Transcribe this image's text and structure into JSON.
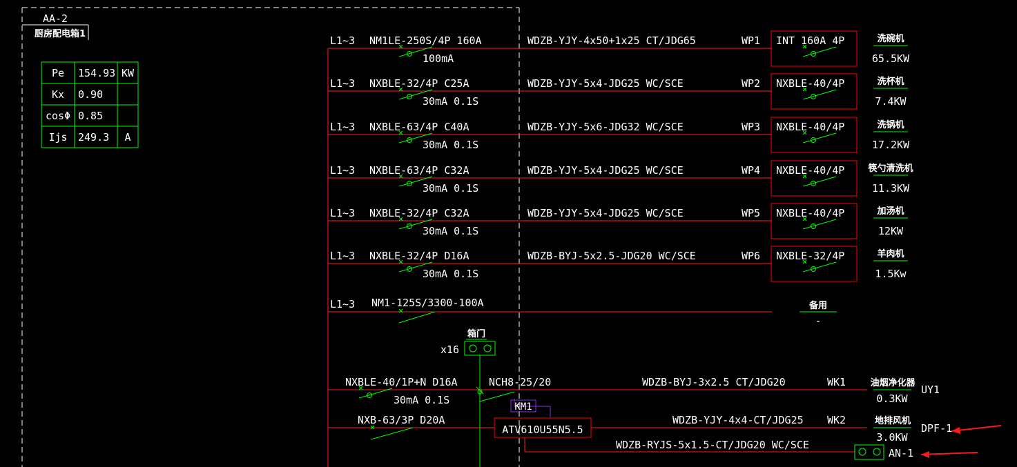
{
  "panel": {
    "name": "AA-2",
    "subtitle": "厨房配电箱1"
  },
  "params": [
    {
      "label": "Pe",
      "value": "154.93",
      "unit": "KW"
    },
    {
      "label": "Kx",
      "value": "0.90",
      "unit": ""
    },
    {
      "label": "cosΦ",
      "value": "0.85",
      "unit": ""
    },
    {
      "label": "Ijs",
      "value": "249.3",
      "unit": "A"
    }
  ],
  "circuits": [
    {
      "phase": "L1~3",
      "breaker": "NM1LE-250S/4P 160A",
      "rating": "100mA",
      "cable": "WDZB-YJY-4x50+1x25 CT/JDG65",
      "circuit": "WP1",
      "local": "INT 160A 4P",
      "load": "洗碗机",
      "power": "65.5KW"
    },
    {
      "phase": "L1~3",
      "breaker": "NXBLE-32/4P C25A",
      "rating": "30mA 0.1S",
      "cable": "WDZB-YJY-5x4-JDG25 WC/SCE",
      "circuit": "WP2",
      "local": "NXBLE-40/4P",
      "load": "洗杯机",
      "power": "7.4KW"
    },
    {
      "phase": "L1~3",
      "breaker": "NXBLE-63/4P C40A",
      "rating": "30mA 0.1S",
      "cable": "WDZB-YJY-5x6-JDG32 WC/SCE",
      "circuit": "WP3",
      "local": "NXBLE-40/4P",
      "load": "洗锅机",
      "power": "17.2KW"
    },
    {
      "phase": "L1~3",
      "breaker": "NXBLE-63/4P C32A",
      "rating": "30mA 0.1S",
      "cable": "WDZB-YJY-5x4-JDG25 WC/SCE",
      "circuit": "WP4",
      "local": "NXBLE-40/4P",
      "load": "筷勺清洗机",
      "power": "11.3KW"
    },
    {
      "phase": "L1~3",
      "breaker": "NXBLE-32/4P C32A",
      "rating": "30mA 0.1S",
      "cable": "WDZB-YJY-5x4-JDG25 WC/SCE",
      "circuit": "WP5",
      "local": "NXBLE-40/4P",
      "load": "加汤机",
      "power": "12KW"
    },
    {
      "phase": "L1~3",
      "breaker": "NXBLE-32/4P D16A",
      "rating": "30mA 0.1S",
      "cable": "WDZB-BYJ-5x2.5-JDG20 WC/SCE",
      "circuit": "WP6",
      "local": "NXBLE-32/4P",
      "load": "羊肉机",
      "power": "1.5Kw"
    }
  ],
  "spare": {
    "phase": "L1~3",
    "breaker": "NM1-125S/3300-100A",
    "label": "备用",
    "power": "-"
  },
  "door": {
    "label": "箱门",
    "count": "x16"
  },
  "bottom": {
    "b1_breaker": "NXBLE-40/1P+N D16A",
    "b1_rating": "30mA 0.1S",
    "contactor": "NCH8-25/20",
    "b1_cable": "WDZB-BYJ-3x2.5 CT/JDG20",
    "b1_circuit": "WK1",
    "b1_load": "油烟净化器",
    "b1_power": "0.3KW",
    "b1_tag": "UY1",
    "km": "KM1",
    "b2_breaker": "NXB-63/3P D20A",
    "b2_cable": "WDZB-YJY-4x4-CT/JDG25",
    "b2_circuit": "WK2",
    "b2_load": "地排风机",
    "b2_power": "3.0KW",
    "b2_tag": "DPF-1",
    "atv": "ATV610U55N5.5",
    "ctrl_cable": "WDZB-RYJS-5x1.5-CT/JDG20 WC/SCE",
    "an_tag": "AN-1"
  },
  "colors": {
    "bg": "#000000",
    "line_red": "#ff2020",
    "line_green": "#00ff00",
    "text": "#ffffff",
    "box_red": "#ff0000",
    "km_purple": "#8a2be2",
    "arrow": "#ff1a1a"
  }
}
